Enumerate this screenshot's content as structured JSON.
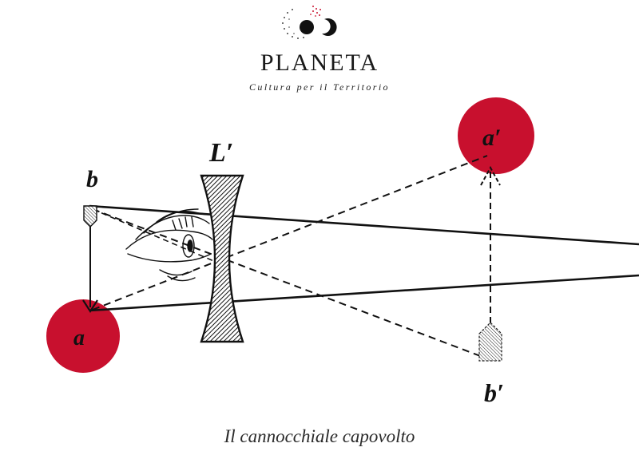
{
  "brand": {
    "name": "PLANETA",
    "tagline": "Cultura per il Territorio",
    "logo_icon": "planeta-moon-logo-icon"
  },
  "diagram": {
    "labels": {
      "lens": "L′",
      "object_top": "b",
      "object_bottom": "a",
      "image_top": "a′",
      "image_bottom": "b′"
    },
    "accent_color": "#c8102e",
    "ink_color": "#111111"
  },
  "caption": "Il cannocchiale capovolto"
}
